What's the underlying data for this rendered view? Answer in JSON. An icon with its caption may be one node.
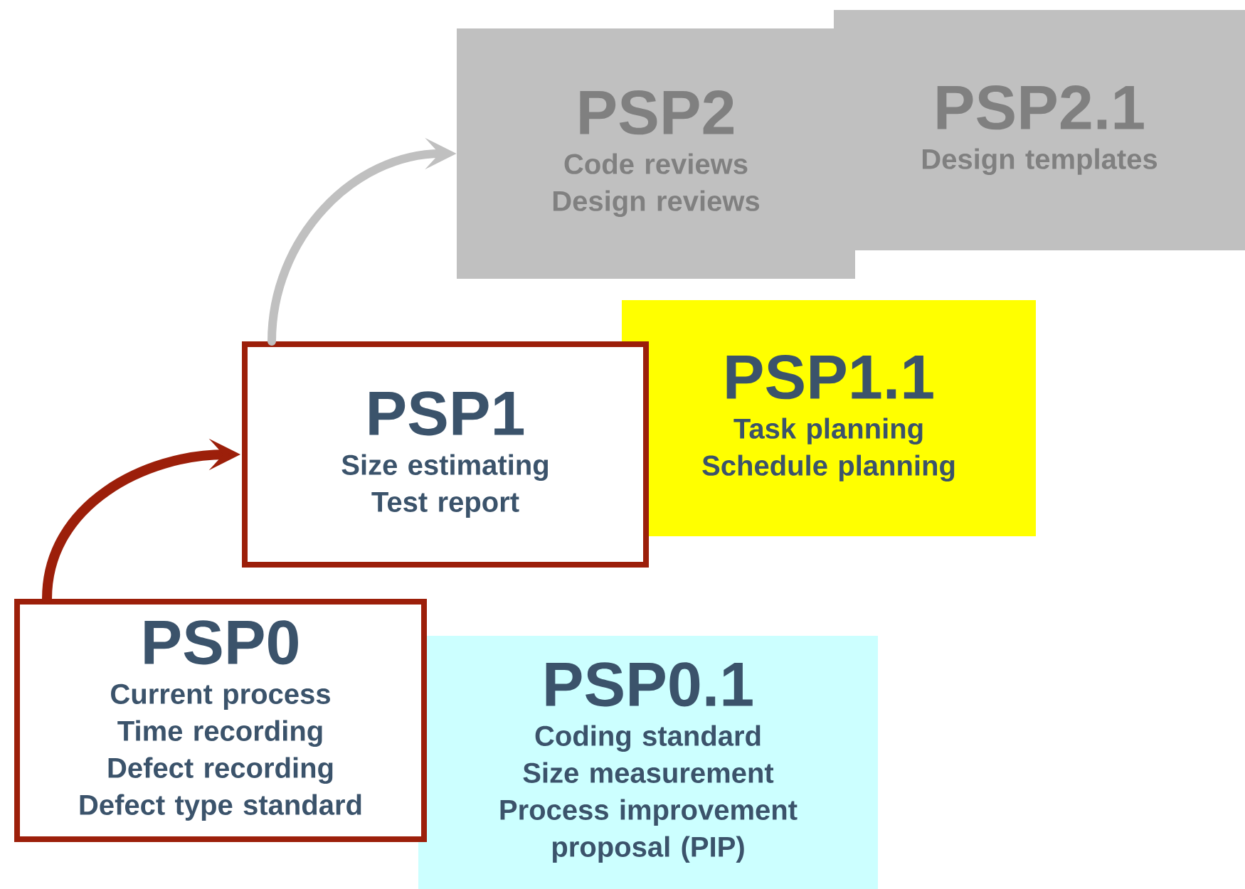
{
  "diagram": {
    "nodes": [
      {
        "text": [
          "PSP0",
          "Current process",
          "Time recording",
          "Defect recording",
          "Defect type standard"
        ]
      },
      {
        "text": [
          "PSP0.1",
          "Coding standard",
          "Size measurement",
          "Process improvement proposal (PIP)"
        ]
      },
      {
        "text": [
          "PSP1",
          "Size estimating",
          "Test report"
        ]
      },
      {
        "text": [
          "PSP1.1",
          "Task planning",
          "Schedule planning"
        ]
      },
      {
        "text": [
          "PSP2",
          "Code reviews",
          "Design reviews"
        ]
      },
      {
        "text": [
          "PSP2.1",
          "Design templates"
        ]
      }
    ],
    "edges": [
      {
        "from": 0,
        "to": 2,
        "arrow": "to",
        "color": "#9c1f0a"
      },
      {
        "from": 2,
        "to": 4,
        "arrow": "to",
        "color": "#c0c0c0"
      }
    ]
  }
}
